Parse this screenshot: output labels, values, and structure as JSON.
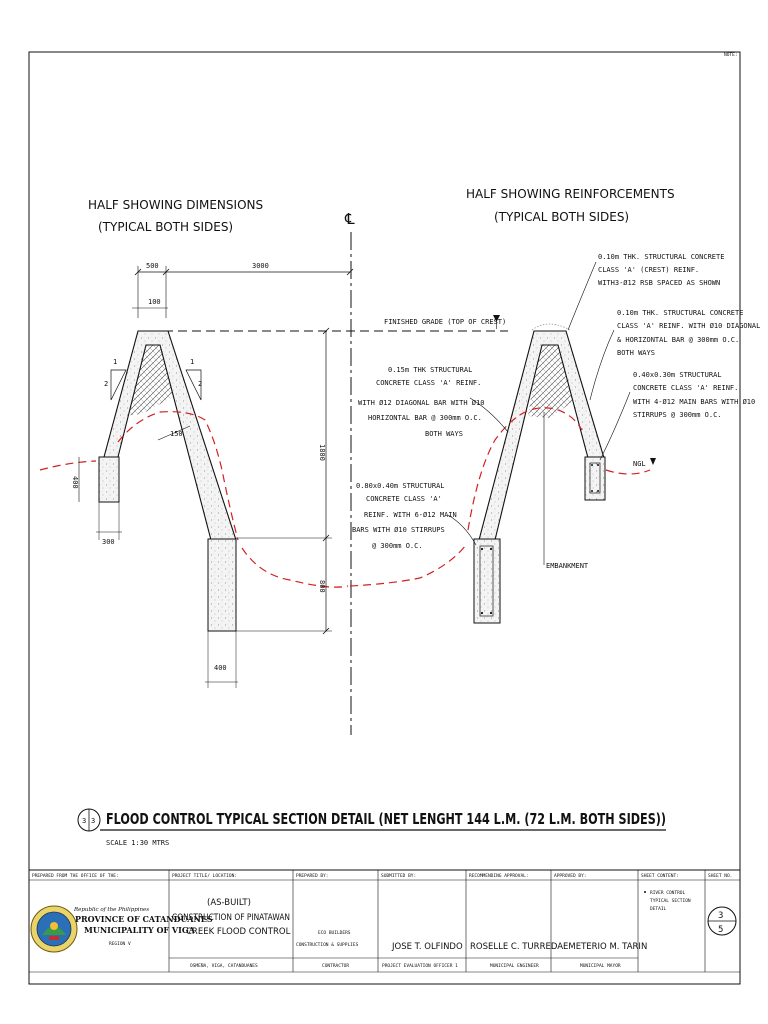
{
  "header": {
    "corner_note": "NOTE:"
  },
  "left_section": {
    "title_line1": "HALF SHOWING DIMENSIONS",
    "title_line2": "(TYPICAL BOTH SIDES)",
    "dims": {
      "top_500": "500",
      "top_3000": "3000",
      "crest_100": "100",
      "slope_left": "2",
      "slope_left_v": "1",
      "slope_right": "2",
      "slope_right_v": "1",
      "inner_150": "150",
      "height_1800": "1800",
      "footing_400_h": "400",
      "footing_300": "300",
      "toe_800": "800",
      "toe_400": "400"
    }
  },
  "centerline": "℄",
  "right_section": {
    "title_line1": "HALF SHOWING REINFORCEMENTS",
    "title_line2": "(TYPICAL BOTH SIDES)",
    "finished_grade": "FINISHED GRADE (TOP OF CREST)",
    "ngl": "NGL",
    "embankment": "EMBANKMENT",
    "note_crest": [
      "0.10m THK. STRUCTURAL CONCRETE",
      "CLASS 'A' (CREST) REINF.",
      "WITH3-Ø12 RSB SPACED AS SHOWN"
    ],
    "note_slope_right": [
      "0.10m THK. STRUCTURAL CONCRETE",
      "CLASS 'A' REINF. WITH Ø10 DIAGONAL",
      "& HORIZONTAL BAR @ 300mm O.C.",
      "BOTH WAYS"
    ],
    "note_footing_right": [
      "0.40x0.30m STRUCTURAL",
      "CONCRETE CLASS 'A' REINF.",
      "WITH 4-Ø12 MAIN BARS WITH Ø10",
      "STIRRUPS @ 300mm O.C."
    ],
    "note_slope_left": [
      "0.15m THK STRUCTURAL",
      "CONCRETE CLASS 'A' REINF.",
      "WITH Ø12 DIAGONAL BAR WITH Ø10",
      "HORIZONTAL BAR @ 300mm O.C.",
      "BOTH WAYS"
    ],
    "note_toe": [
      "0.80x0.40m STRUCTURAL",
      "CONCRETE CLASS 'A'",
      "REINF. WITH 6-Ø12 MAIN",
      "BARS WITH Ø10 STIRRUPS",
      "@ 300mm O.C."
    ]
  },
  "drawing_title": {
    "text": "FLOOD CONTROL TYPICAL SECTION DETAIL (NET LENGHT 144 L.M. (72 L.M. BOTH SIDES))",
    "bubble_top": "3",
    "bubble_bottom": "3",
    "scale": "SCALE  1:30  MTRS"
  },
  "title_block": {
    "h_prepared_from": "PREPARED FROM THE OFFICE OF THE:",
    "h_project": "PROJECT TITLE/ LOCATION:",
    "h_prepared_by": "PREPARED BY:",
    "h_submitted_by": "SUBMITTED BY:",
    "h_recommending": "RECOMMENDING APPROVAL:",
    "h_approved": "APPROVED BY:",
    "h_sheet_content": "SHEET CONTENT:",
    "h_sheet_no": "SHEET NO.",
    "office_line1": "Republic of the Philippines",
    "office_line2": "PROVINCE OF CATANDUANES",
    "office_line3": "MUNICIPALITY OF VIGA",
    "office_line4": "REGION V",
    "project_line1": "(AS-BUILT)",
    "project_line2": "CONSTRUCTION OF PINATAWAN",
    "project_line3": "CREEK FLOOD CONTROL",
    "project_location": "OSMEÑA, VIGA, CATANDUANES",
    "prepared_line1": "ECO BUILDERS",
    "prepared_line2": "CONSTRUCTION & SUPPLIES",
    "prepared_role": "CONTRACTOR",
    "submitted_name": "JOSE T. OLFINDO",
    "submitted_role": "PROJECT EVALUATION OFFICER 1",
    "recommending_name": "ROSELLE C. TURREDA",
    "recommending_role": "MUNICIPAL ENGINEER",
    "approved_name": "EMETERIO M. TARIN",
    "approved_role": "MUNICIPAL MAYOR",
    "sheet_content": [
      "RIVER CONTROL",
      "TYPICAL SECTION",
      "DETAIL"
    ],
    "sheet_no_top": "3",
    "sheet_no_bottom": "5"
  }
}
